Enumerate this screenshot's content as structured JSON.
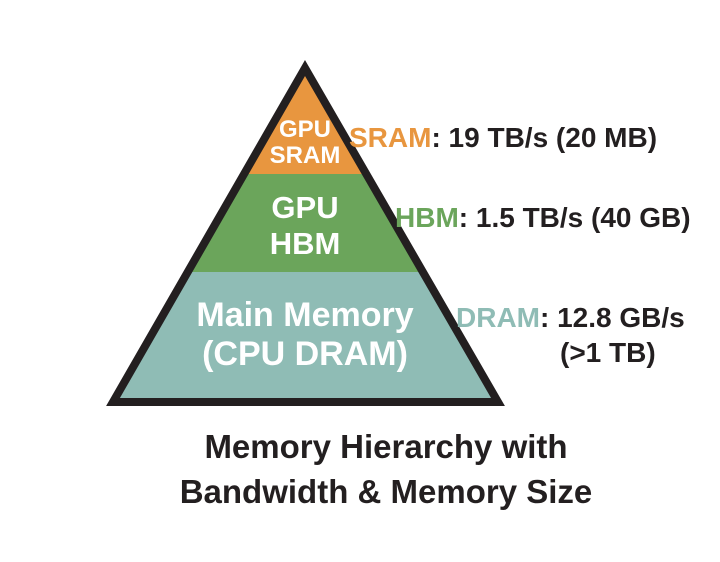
{
  "caption": {
    "line1": "Memory Hierarchy with",
    "line2": "Bandwidth & Memory Size"
  },
  "pyramid": {
    "outline_color": "#231F20",
    "levels": [
      {
        "id": "gpu-sram",
        "line1": "GPU",
        "line2": "SRAM",
        "fill": "#E8963F"
      },
      {
        "id": "gpu-hbm",
        "line1": "GPU",
        "line2": "HBM",
        "fill": "#6BA55B"
      },
      {
        "id": "main-memory",
        "line1": "Main Memory",
        "line2": "(CPU DRAM)",
        "fill": "#8FBCB5"
      }
    ]
  },
  "annotations": {
    "sram": {
      "term": "SRAM",
      "term_color": "#E8963F",
      "detail": ": 19 TB/s (20 MB)"
    },
    "hbm": {
      "term": "HBM",
      "term_color": "#6BA55B",
      "detail": ": 1.5 TB/s (40 GB)"
    },
    "dram": {
      "term": "DRAM",
      "term_color": "#8FBCB5",
      "detail": ": 12.8 GB/s",
      "detail_line2": "(>1 TB)"
    }
  },
  "colors": {
    "background": "#FFFFFF",
    "text": "#231F20",
    "level_label_text": "#FFFFFF"
  }
}
